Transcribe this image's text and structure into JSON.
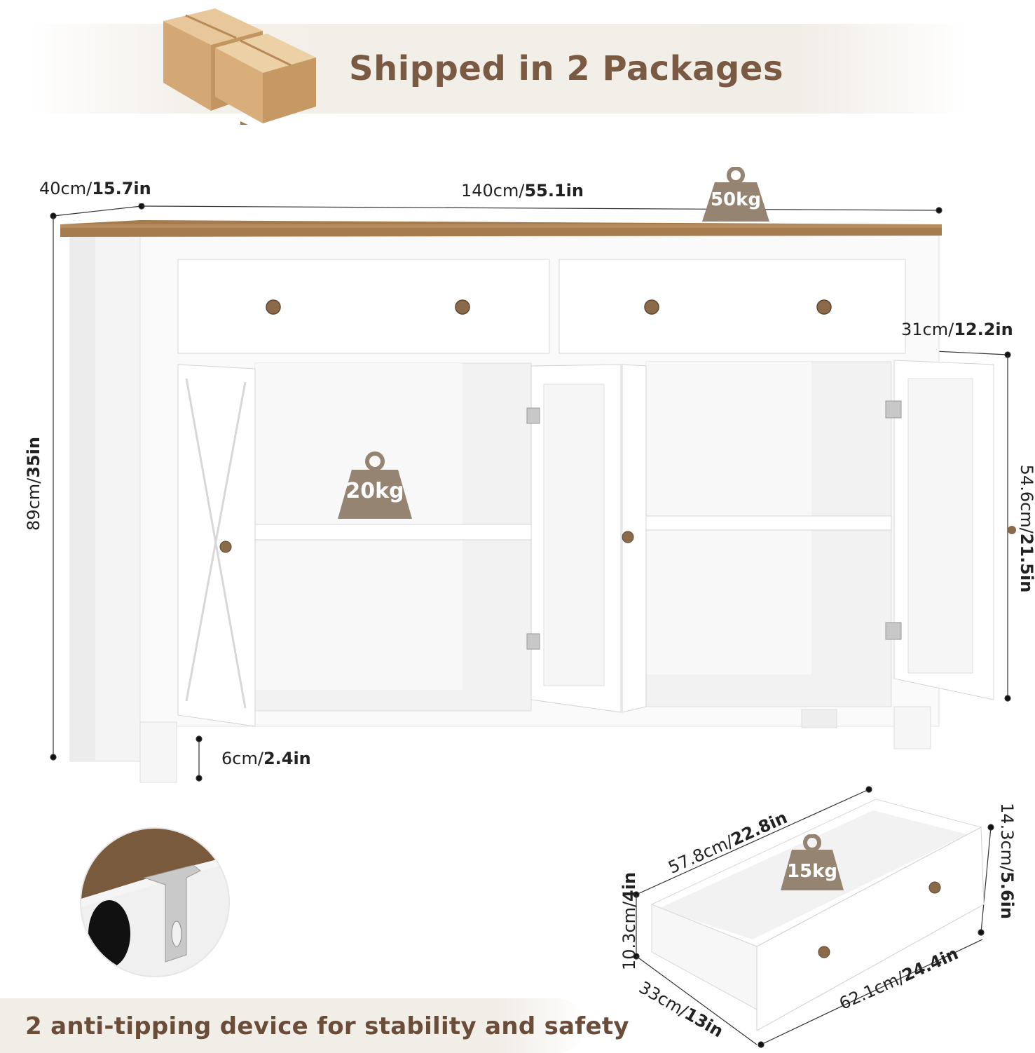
{
  "banner": {
    "title": "Shipped in 2 Packages"
  },
  "dimensions": {
    "depth": {
      "cm": "40cm/",
      "in": "15.7in"
    },
    "width": {
      "cm": "140cm/",
      "in": "55.1in"
    },
    "height": {
      "cm": "89cm/",
      "in": "35in"
    },
    "cabinet_depth": {
      "cm": "31cm/",
      "in": "12.2in"
    },
    "cabinet_height": {
      "cm": "54.6cm/",
      "in": "21.5in"
    },
    "leg_height": {
      "cm": "6cm/",
      "in": "2.4in"
    },
    "drawer_inner_width": {
      "cm": "57.8cm/",
      "in": "22.8in"
    },
    "drawer_inner_height": {
      "cm": "10.3cm/",
      "in": "4in"
    },
    "drawer_depth": {
      "cm": "33cm/",
      "in": "13in"
    },
    "drawer_front_width": {
      "cm": "62.1cm/",
      "in": "24.4in"
    },
    "drawer_front_height": {
      "cm": "14.3cm/",
      "in": "5.6in"
    }
  },
  "weights": {
    "top": "50kg",
    "shelf": "20kg",
    "drawer": "15kg"
  },
  "footer": {
    "text": "2 anti-tipping device for stability and safety"
  },
  "colors": {
    "accent": "#7a5a43",
    "weight_badge": "#958472",
    "wood": "#a67c4e"
  }
}
